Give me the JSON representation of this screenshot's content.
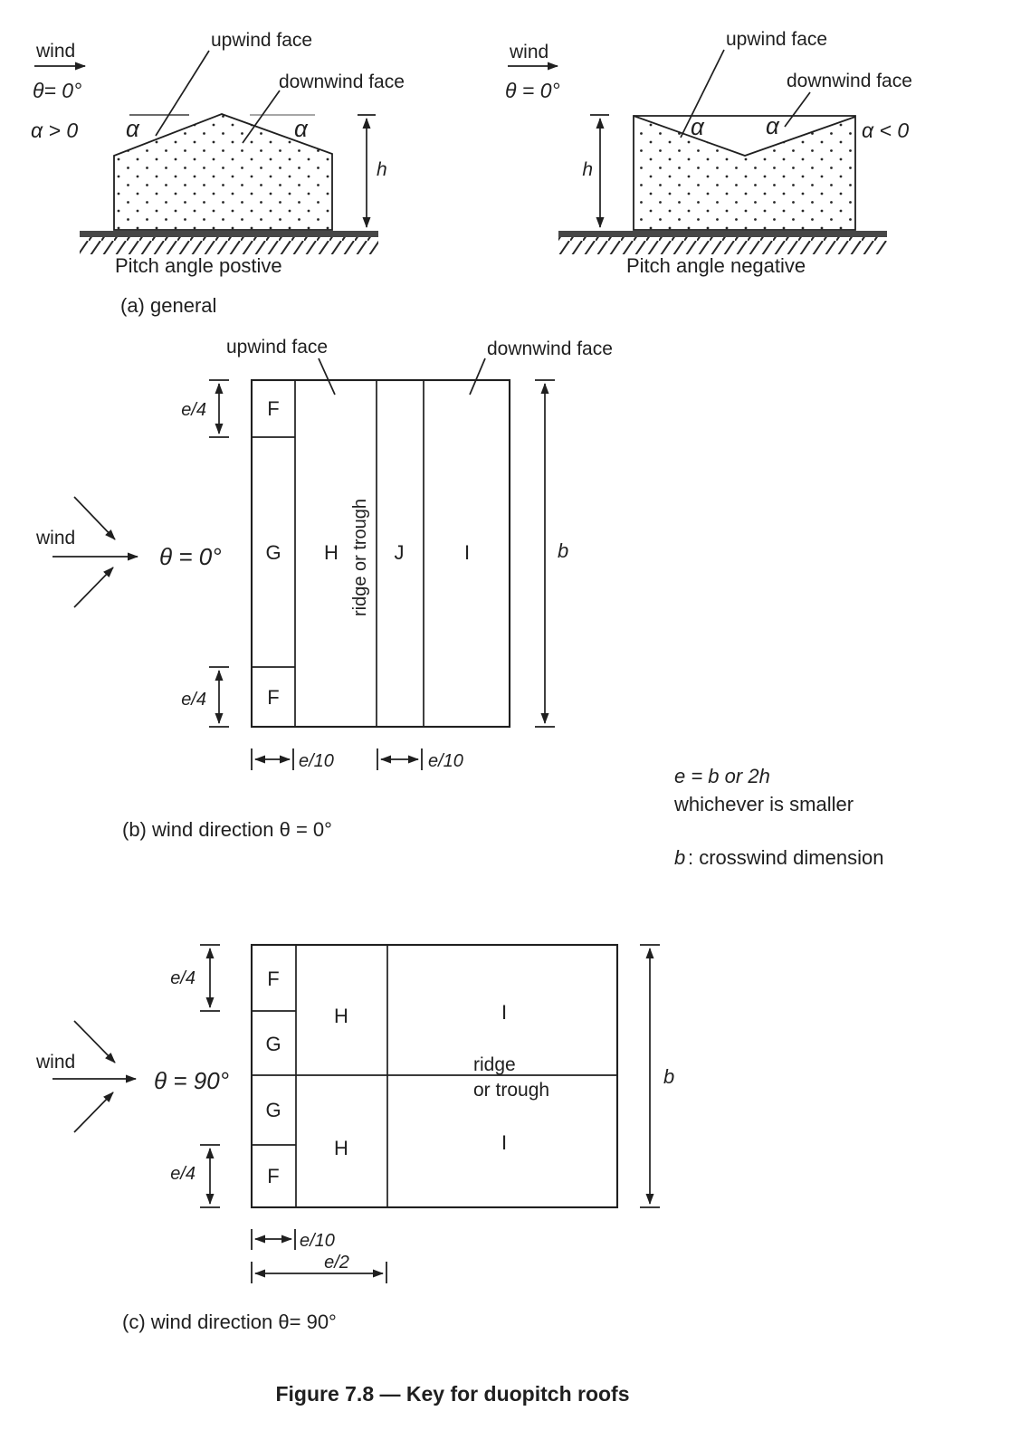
{
  "figure_caption": "Figure 7.8 — Key for duopitch roofs",
  "part_a": {
    "caption": "(a) general",
    "left": {
      "wind": "wind",
      "theta": "θ= 0°",
      "alpha_sign": "α > 0",
      "upwind": "upwind face",
      "downwind": "downwind face",
      "alpha_left": "α",
      "alpha_right": "α",
      "h": "h",
      "pitch_caption": "Pitch angle postive"
    },
    "right": {
      "wind": "wind",
      "theta": "θ = 0°",
      "alpha_sign": "α < 0",
      "upwind": "upwind face",
      "downwind": "downwind face",
      "alpha_left": "α",
      "alpha_right": "α",
      "h": "h",
      "pitch_caption": "Pitch angle negative"
    }
  },
  "part_b": {
    "caption": "(b) wind direction  θ = 0°",
    "wind": "wind",
    "theta": "θ = 0°",
    "upwind": "upwind face",
    "downwind": "downwind face",
    "ridge": "ridge or trough",
    "zones": {
      "f_top": "F",
      "g": "G",
      "h": "H",
      "j": "J",
      "i": "I",
      "f_bot": "F"
    },
    "dims": {
      "e4_top": "e/4",
      "e4_bot": "e/4",
      "e10_left": "e/10",
      "e10_right": "e/10",
      "b": "b"
    }
  },
  "part_c": {
    "caption": "(c) wind direction θ= 90°",
    "wind": "wind",
    "theta": "θ = 90°",
    "ridge_line1": "ridge",
    "ridge_line2": "or trough",
    "zones": {
      "f_top": "F",
      "g_top": "G",
      "g_bot": "G",
      "f_bot": "F",
      "h_top": "H",
      "h_bot": "H",
      "i_top": "I",
      "i_bot": "I"
    },
    "dims": {
      "e4_top": "e/4",
      "e4_bot": "e/4",
      "e10": "e/10",
      "e2": "e/2",
      "b": "b"
    }
  },
  "notes": {
    "e_def_line1": "e = b or 2h",
    "e_def_line2": "whichever is smaller",
    "b_symbol": "b",
    "b_def": ": crosswind dimension"
  },
  "colors": {
    "ink": "#1f1f1f",
    "ground": "#474747",
    "paper": "#ffffff"
  }
}
